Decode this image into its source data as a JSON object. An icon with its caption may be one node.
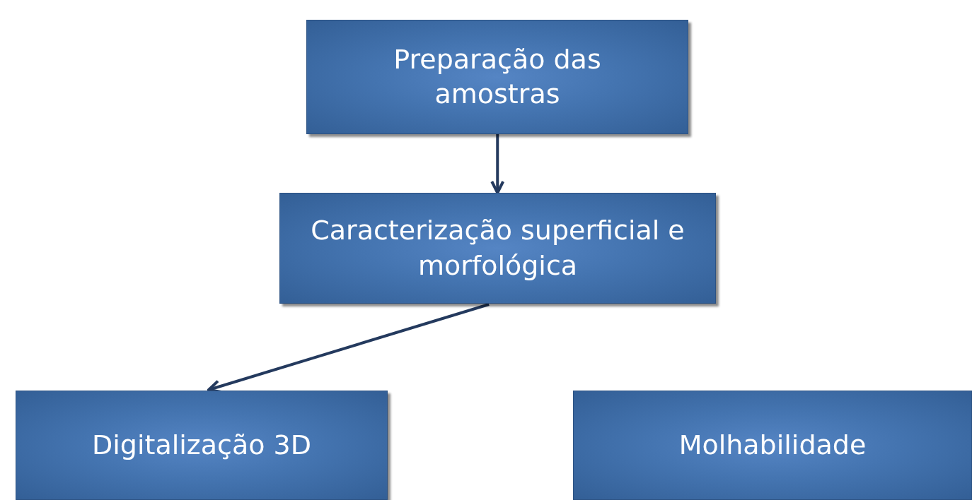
{
  "diagram": {
    "nodes": [
      {
        "text": [
          "Preparação das amostras"
        ]
      },
      {
        "text": [
          "Caracterização superficial e morfológica"
        ]
      },
      {
        "text": [
          "Digitalização 3D"
        ]
      },
      {
        "text": [
          "Molhabilidade"
        ]
      }
    ],
    "edges": [
      {
        "from": 0,
        "to": 1,
        "arrow": "to"
      },
      {
        "from": 1,
        "to": 2,
        "arrow": "to"
      }
    ]
  }
}
